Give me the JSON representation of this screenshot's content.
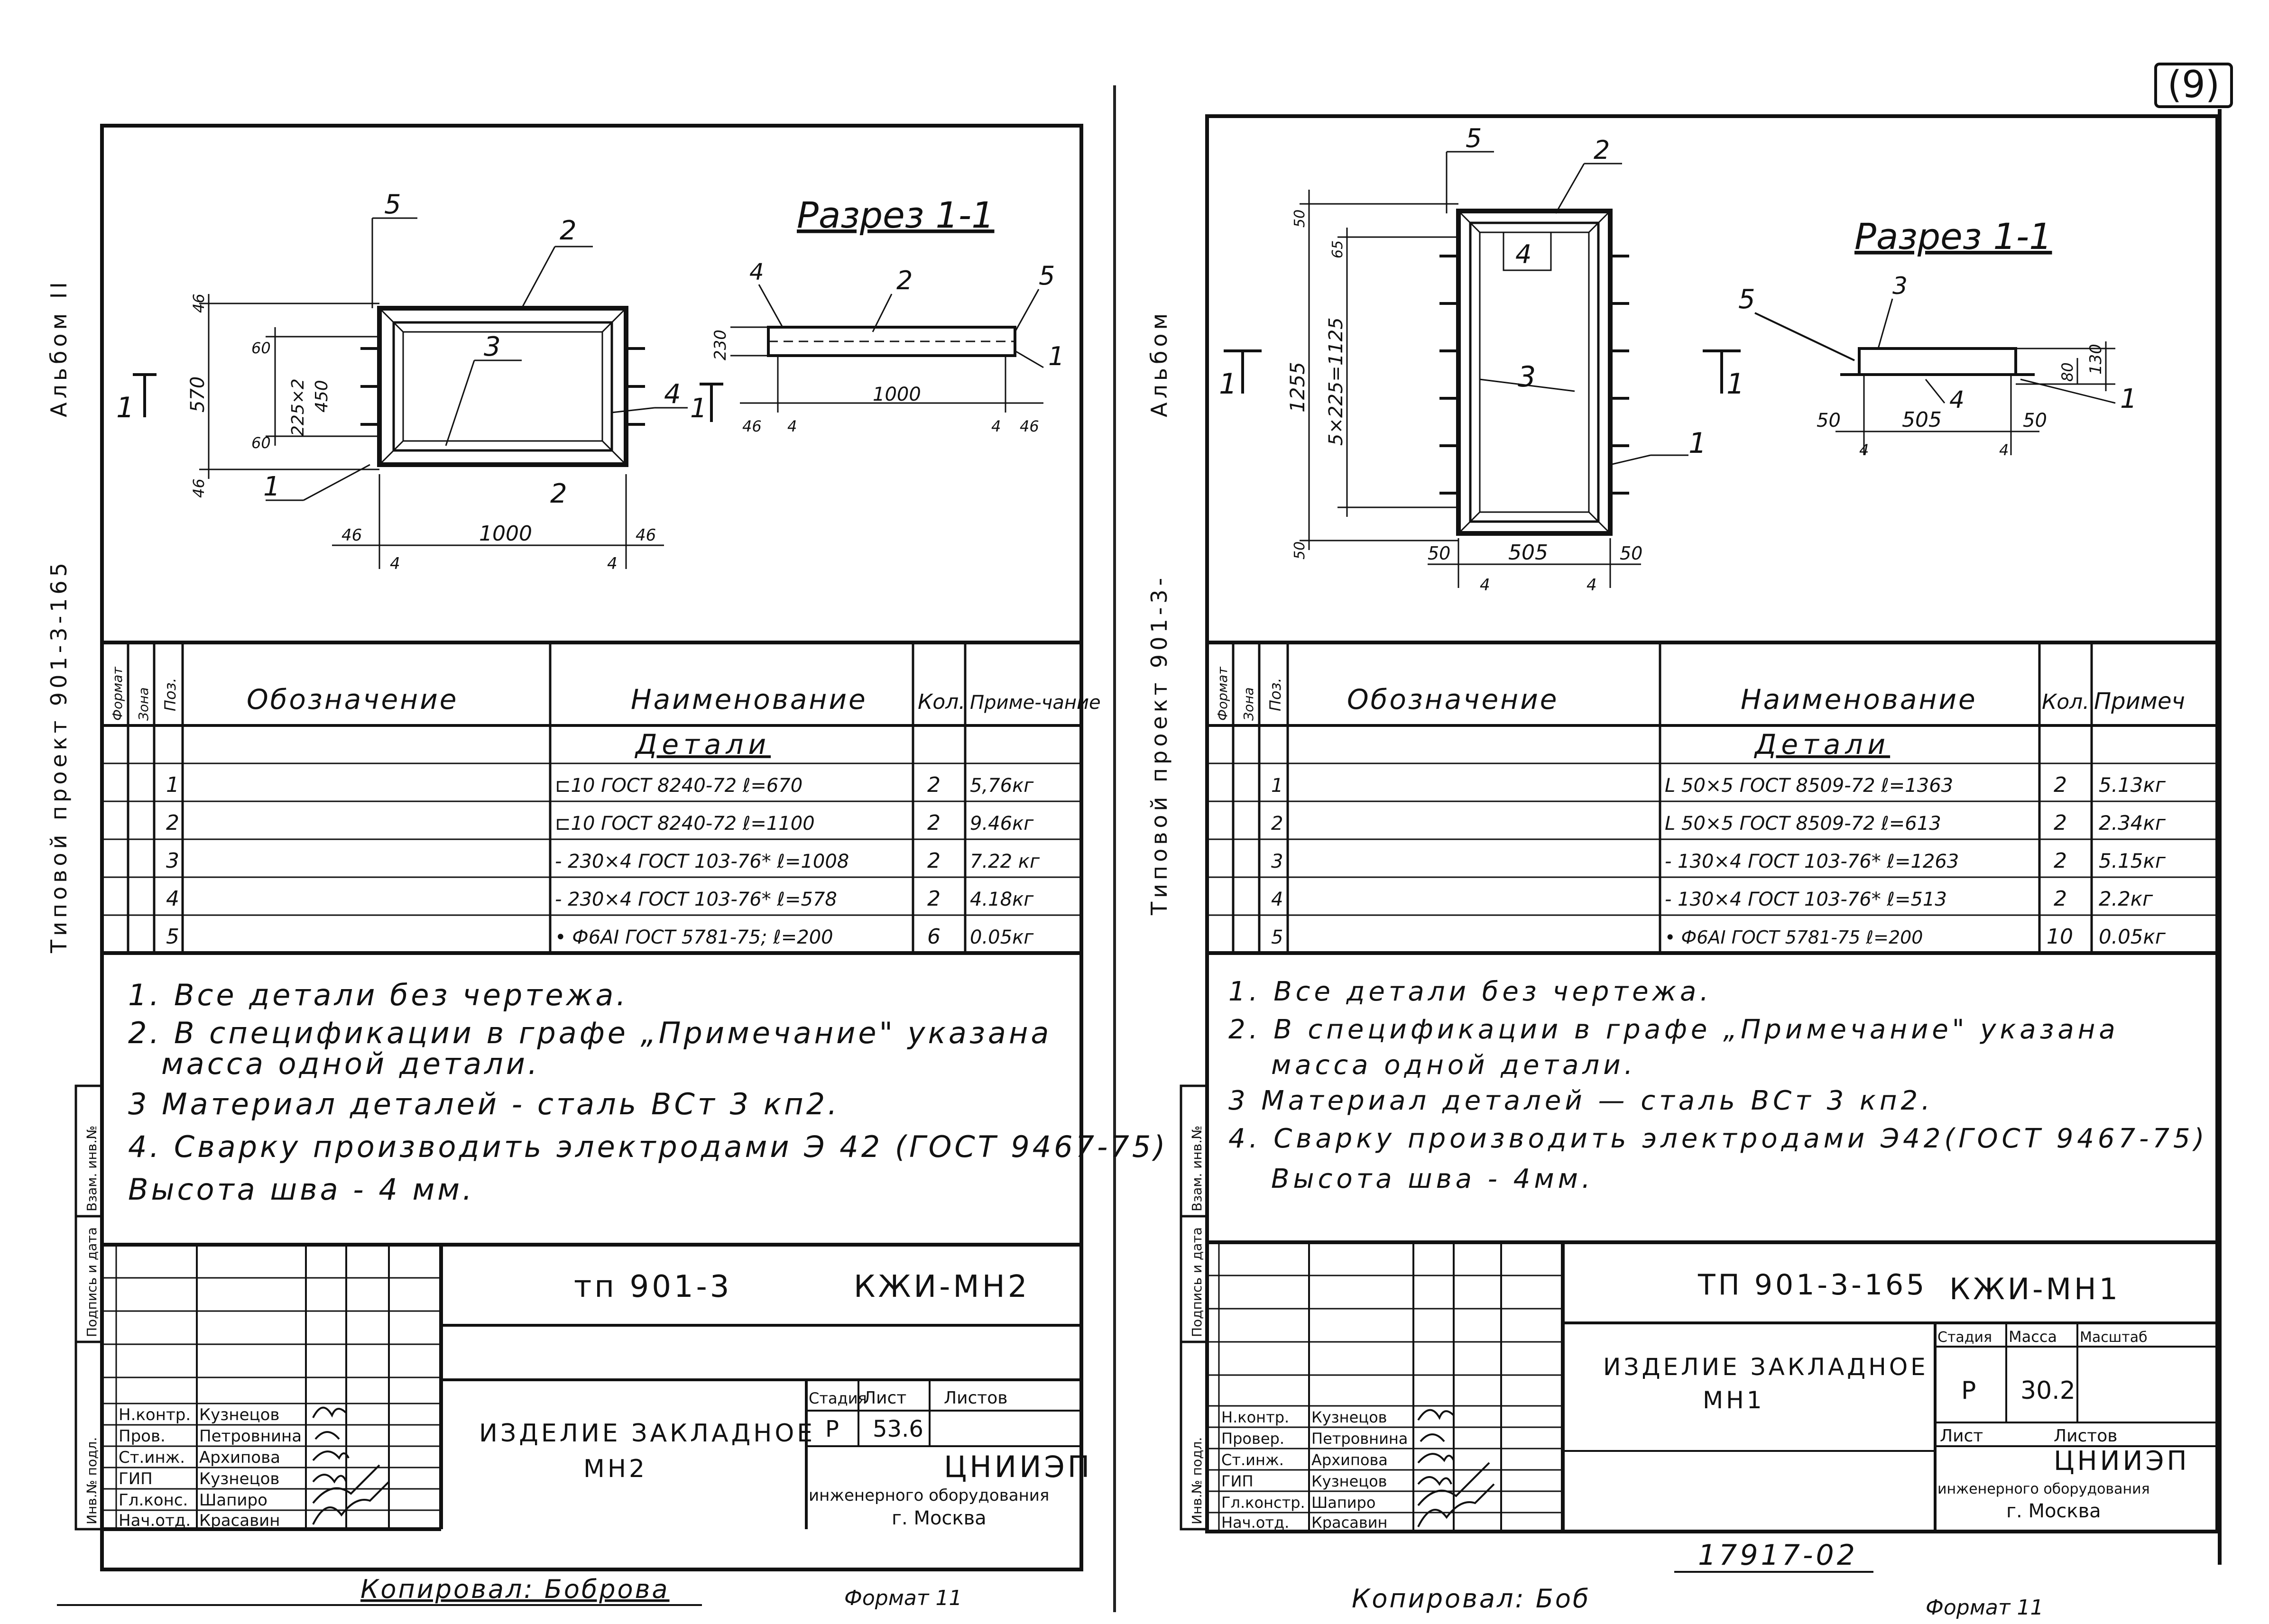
{
  "page_number": "(9)",
  "sheets": [
    {
      "side_album": "Альбом II",
      "side_project": "Типовой проект 901-3-165",
      "side_stamp": [
        "Инв.№ подл.",
        "Подпись и дата",
        "Взам. инв.№"
      ],
      "drawing": {
        "section_title": "Разрез 1-1",
        "cut_mark": "1",
        "position_labels": [
          "1",
          "2",
          "3",
          "4",
          "5"
        ],
        "plan_dims": {
          "outer_height": "570",
          "inner_height": "450",
          "spacing": "225×2",
          "edge_top": "4",
          "edge_46": "46",
          "offset_60": "60",
          "outer_width": "1000",
          "side_46": "46",
          "side_4": "4"
        },
        "section_dims": {
          "height": "230",
          "width": "1000",
          "side_46": "46",
          "side_4": "4"
        }
      },
      "spec_headers": {
        "format": "Формат",
        "zone": "Зона",
        "pos": "Поз.",
        "designation": "Обозначение",
        "name": "Наименование",
        "qty": "Кол.",
        "note": "Приме-чание"
      },
      "spec_group": "Детали",
      "spec_rows": [
        {
          "pos": "1",
          "name": "⊏10 ГОСТ 8240-72  ℓ=670",
          "qty": "2",
          "note": "5,76кг"
        },
        {
          "pos": "2",
          "name": "⊏10 ГОСТ 8240-72  ℓ=1100",
          "qty": "2",
          "note": "9.46кг"
        },
        {
          "pos": "3",
          "name": "- 230×4 ГОСТ 103-76*  ℓ=1008",
          "qty": "2",
          "note": "7.22 кг"
        },
        {
          "pos": "4",
          "name": "- 230×4 ГОСТ 103-76*  ℓ=578",
          "qty": "2",
          "note": "4.18кг"
        },
        {
          "pos": "5",
          "name": "• Ф6АI ГОСТ 5781-75; ℓ=200",
          "qty": "6",
          "note": "0.05кг"
        }
      ],
      "notes": [
        "1. Все детали без чертежа.",
        "2. В спецификации в графе „Примечание\" указана",
        "масса одной детали.",
        "3 Материал деталей - сталь ВСт 3 кп2.",
        "4. Сварку производить электродами Э 42 (ГОСТ 9467-75)",
        "Высота шва - 4 мм."
      ],
      "title_block": {
        "code": "тп 901-3",
        "mark": "КЖИ-МН2",
        "people": [
          {
            "role": "Н.контр.",
            "name": "Кузнецов"
          },
          {
            "role": "Пров.",
            "name": "Петровнина"
          },
          {
            "role": "Ст.инж.",
            "name": "Архипова"
          },
          {
            "role": "ГИП",
            "name": "Кузнецов"
          },
          {
            "role": "Гл.конс.",
            "name": "Шапиро"
          },
          {
            "role": "Нач.отд.",
            "name": "Красавин"
          }
        ],
        "item_name_1": "ИЗДЕЛИЕ ЗАКЛАДНОЕ",
        "item_name_2": "МН2",
        "h_stage": "Стадия",
        "h_sheet": "Лист",
        "h_sheets": "Листов",
        "stage": "Р",
        "sheet": "53.6",
        "org_1": "ЦНИИЭП",
        "org_2": "инженерного оборудования",
        "org_3": "г. Москва"
      },
      "copied_by": "Копировал: Боброва",
      "format": "Формат 11"
    },
    {
      "side_album": "Альбом",
      "side_project": "Типовой проект 901-3-",
      "side_stamp": [
        "Инв.№ подл.",
        "Подпись и дата",
        "Взам. инв.№"
      ],
      "drawing": {
        "section_title": "Разрез 1-1",
        "cut_mark": "1",
        "position_labels": [
          "1",
          "2",
          "3",
          "4",
          "5"
        ],
        "plan_dims": {
          "outer_height": "1255",
          "spacing": "5×225=1125",
          "edge_50": "50",
          "edge_4": "4",
          "edge_65": "65",
          "outer_width": "505",
          "side_50": "50",
          "side_4": "4"
        },
        "section_dims": {
          "height": "130",
          "inner": "80",
          "width": "505",
          "side_50": "50",
          "side_4": "4"
        }
      },
      "spec_headers": {
        "format": "Формат",
        "zone": "Зона",
        "pos": "Поз.",
        "designation": "Обозначение",
        "name": "Наименование",
        "qty": "Кол.",
        "note": "Примеч"
      },
      "spec_group": "Детали",
      "spec_rows": [
        {
          "pos": "1",
          "name": "L 50×5 ГОСТ 8509-72  ℓ=1363",
          "qty": "2",
          "note": "5.13кг"
        },
        {
          "pos": "2",
          "name": "L 50×5 ГОСТ 8509-72  ℓ=613",
          "qty": "2",
          "note": "2.34кг"
        },
        {
          "pos": "3",
          "name": "- 130×4 ГОСТ 103-76*  ℓ=1263",
          "qty": "2",
          "note": "5.15кг"
        },
        {
          "pos": "4",
          "name": "- 130×4 ГОСТ 103-76*  ℓ=513",
          "qty": "2",
          "note": "2.2кг"
        },
        {
          "pos": "5",
          "name": "• Ф6АI ГОСТ 5781-75 ℓ=200",
          "qty": "10",
          "note": "0.05кг"
        }
      ],
      "notes": [
        "1. Все детали без чертежа.",
        "2. В спецификации в графе „Примечание\" указана",
        "масса одной детали.",
        "3 Материал деталей — сталь ВСт 3 кп2.",
        "4. Сварку производить электродами Э42(ГОСТ 9467-75)",
        "Высота шва - 4мм."
      ],
      "title_block": {
        "code": "ТП 901-3-165",
        "mark": "КЖИ-МН1",
        "people": [
          {
            "role": "Н.контр.",
            "name": "Кузнецов"
          },
          {
            "role": "Провер.",
            "name": "Петровнина"
          },
          {
            "role": "Ст.инж.",
            "name": "Архипова"
          },
          {
            "role": "ГИП",
            "name": "Кузнецов"
          },
          {
            "role": "Гл.констр.",
            "name": "Шапиро"
          },
          {
            "role": "Нач.отд.",
            "name": "Красавин"
          }
        ],
        "item_name_1": "ИЗДЕЛИЕ ЗАКЛАДНОЕ",
        "item_name_2": "МН1",
        "h_stage": "Стадия",
        "h_mass": "Масса",
        "h_scale": "Масштаб",
        "h_sheet": "Лист",
        "h_sheets": "Листов",
        "stage": "Р",
        "mass": "30.2",
        "org_1": "ЦНИИЭП",
        "org_2": "инженерного оборудования",
        "org_3": "г. Москва"
      },
      "inv_number": "17917-02",
      "copied_by": "Копировал: Боб",
      "format": "Формат 11"
    }
  ]
}
